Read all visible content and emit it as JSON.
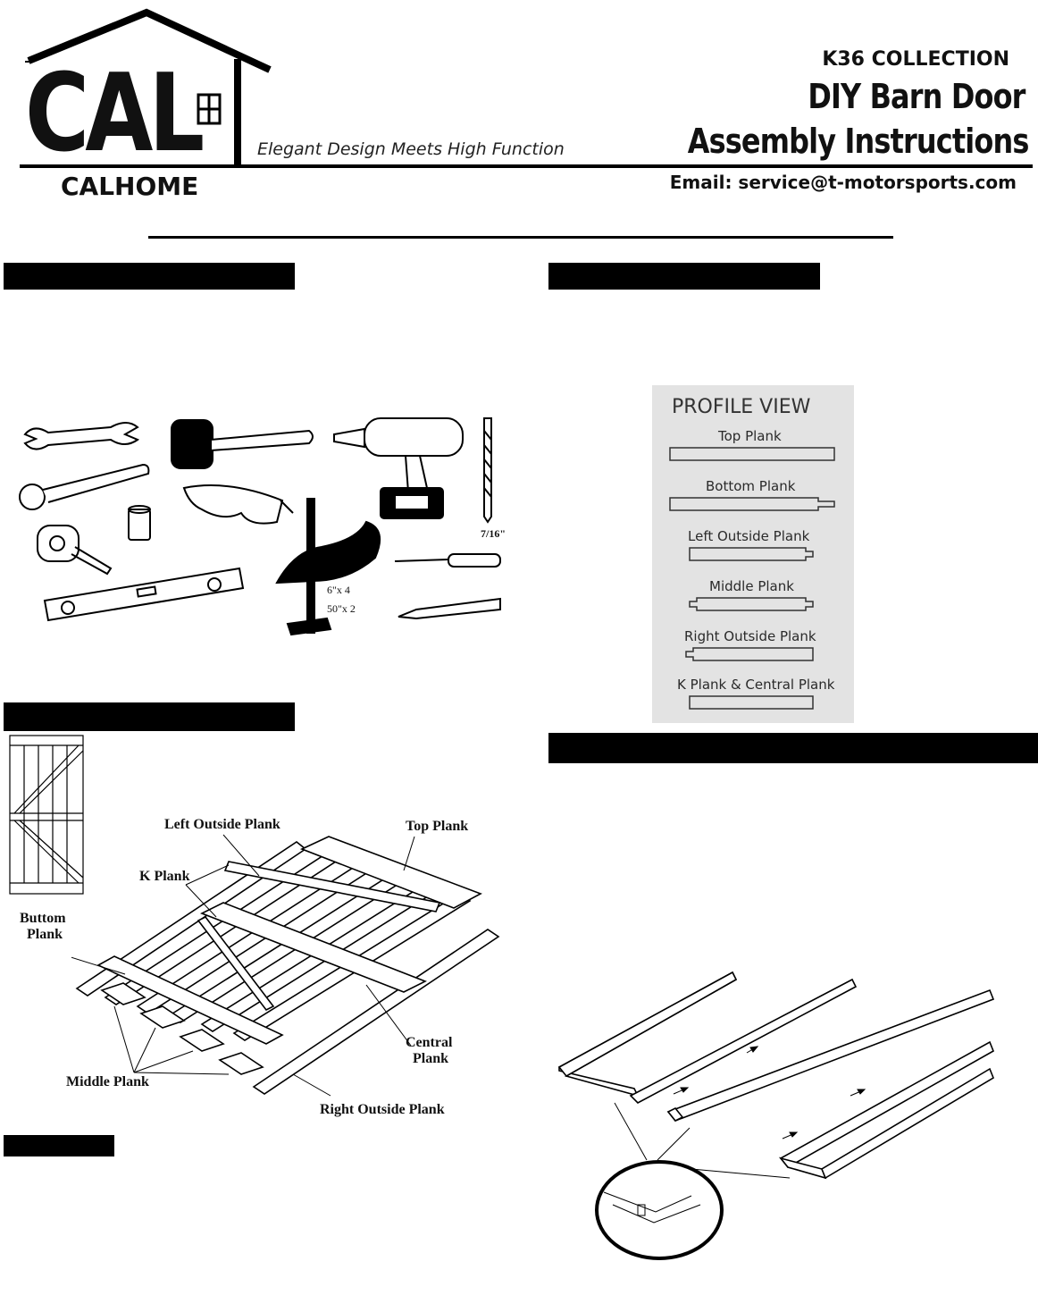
{
  "header": {
    "logo_text": "CAL",
    "brand": "CALHOME",
    "tagline": "Elegant Design Meets High Function",
    "collection": "K36 COLLECTION",
    "title_line1": "DIY Barn Door",
    "title_line2": "Assembly Instructions",
    "email": "Email: service@t-motorsports.com"
  },
  "tools": {
    "drill_bit_size": "7/16\"",
    "clamp_label_1": "6\"x 4",
    "clamp_label_2": "50\"x 2"
  },
  "profile_view": {
    "title": "PROFILE VIEW",
    "planks": [
      "Top Plank",
      "Bottom Plank",
      "Left Outside Plank",
      "Middle Plank",
      "Right Outside Plank",
      "K Plank & Central Plank"
    ]
  },
  "exploded": {
    "left_outside": "Left Outside Plank",
    "top": "Top Plank",
    "k_plank": "K Plank",
    "buttom_1": "Buttom",
    "buttom_2": "Plank",
    "central_1": "Central",
    "central_2": "Plank",
    "middle": "Middle Plank",
    "right_outside": "Right Outside Plank"
  }
}
